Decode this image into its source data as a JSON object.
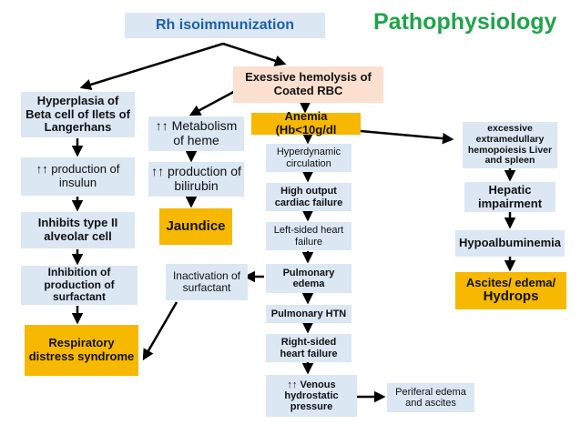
{
  "title": "Pathophysiology",
  "colors": {
    "box_fill": "#dbe7f3",
    "highlight_fill": "#f6b800",
    "origin_fill": "#fbe0cf",
    "title_color": "#1fa44a",
    "root_text": "#1d5fa8"
  },
  "nodes": {
    "rh": "Rh isoimmunization",
    "hemolysis": "Exessive hemolysis of Coated RBC",
    "anemia": "Anemia (Hb<10g/dl",
    "hyperplasia": "Hyperplasia of Beta cell of Ilets of Langerhans",
    "insulin": "↑↑ production of insulun",
    "inhibits": "Inhibits type II alveolar cell",
    "inhib_surf": "Inhibition of production of surfactant",
    "rds": "Respiratory distress syndrome",
    "metabolism": "↑↑ Metabolism of heme",
    "bilirubin": "↑↑ production of bilirubin",
    "jaundice": "Jaundice",
    "inactivation": "Inactivation of surfactant",
    "hyperdynamic": "Hyperdynamic circulation",
    "high_output": "High output cardiac failure",
    "left_hf": "Left-sided heart failure",
    "pulm_edema": "Pulmonary edema",
    "pulm_htn": "Pulmonary HTN",
    "right_hf": "Right-sided heart failure",
    "venous": "↑↑ Venous hydrostatic pressure",
    "peripheral": "Periferal edema and ascites",
    "extramed": "excessive extramedullary hemopoiesis Liver and spleen",
    "hepatic": "Hepatic impairment",
    "hypoalb": "Hypoalbuminemia",
    "ascites_line1": "Ascites/ edema/",
    "ascites_line2": "Hydrops"
  }
}
